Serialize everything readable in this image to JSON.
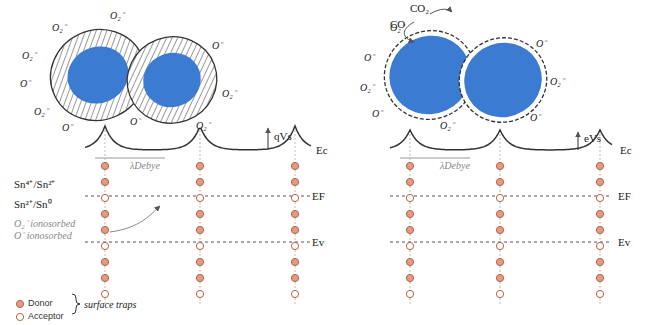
{
  "diagram": {
    "labels": [
      "O₂⁻",
      "O₂⁻",
      "O⁻",
      "O₂⁻",
      "O⁻",
      "O₂⁻",
      "O⁻",
      "O₂⁻",
      "O₂⁻",
      "O⁻",
      "qVs",
      "Ec",
      "EF",
      "Ev",
      "λDebye",
      "Sn⁴⁺/Sn²⁺",
      "Sn²⁺/Sn⁰",
      "O₂⁻ ionosorbed",
      "O⁻ ionosorbed",
      "surface traps",
      "CO",
      "CO₂",
      "O₂⁻",
      "O⁻",
      "O₂⁻",
      "O⁻",
      "O₂⁻",
      "O⁻",
      "O₂⁻",
      "O⁻",
      "eVs",
      "Ec",
      "EF",
      "Ev",
      "λDebye"
    ],
    "legend": [
      {
        "text": "Donor"
      },
      {
        "text": "Acceptor"
      }
    ]
  }
}
